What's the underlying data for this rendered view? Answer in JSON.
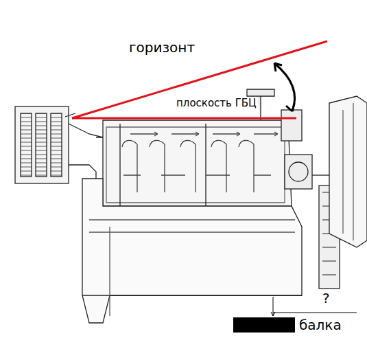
{
  "diagram": {
    "labels": [
      "горизонт",
      "плоскость ГБЦ",
      "?",
      "балка"
    ]
  }
}
